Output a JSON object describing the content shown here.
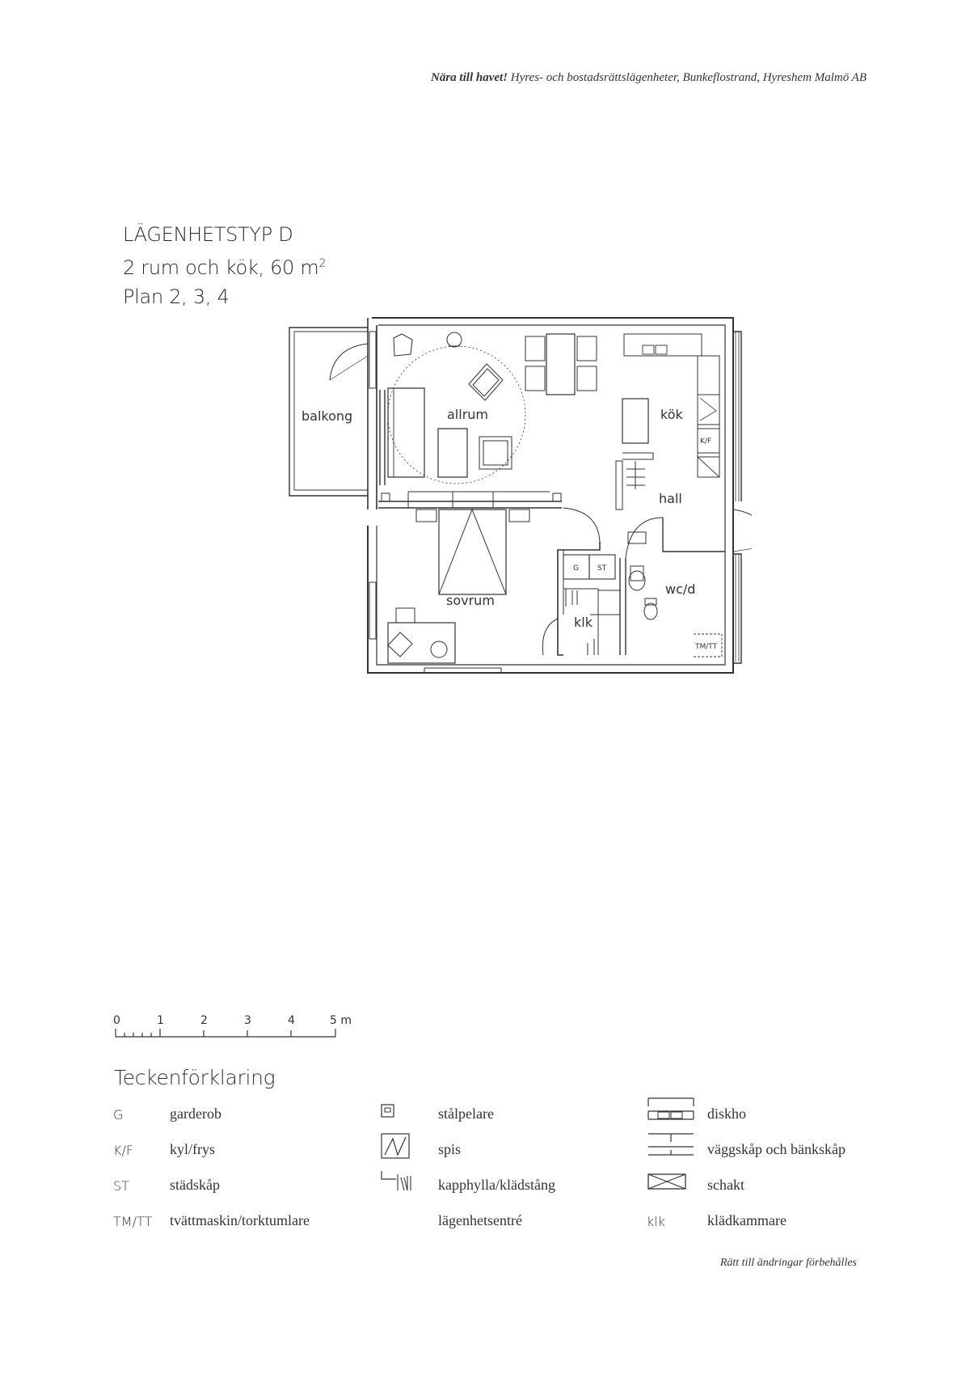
{
  "header": {
    "bold_part": "Nära till havet!",
    "rest": "Hyres- och bostadsrättslägenheter, Bunkeflostrand, Hyreshem Malmö AB"
  },
  "title": {
    "line1": "LÄGENHETSTYP D",
    "line2_text": "2 rum och kök, 60 m",
    "line2_sup": "2",
    "line3": "Plan 2, 3, 4"
  },
  "plan": {
    "rooms": {
      "balkong": "balkong",
      "allrum": "allrum",
      "kok": "kök",
      "hall": "hall",
      "sovrum": "sovrum",
      "wcd": "wc/d",
      "klk": "klk"
    },
    "tags": {
      "kf": "K/F",
      "g": "G",
      "st": "ST",
      "tmtt": "TM/TT"
    }
  },
  "scale": {
    "ticks": [
      "0",
      "1",
      "2",
      "3",
      "4",
      "5 m"
    ]
  },
  "legend": {
    "title": "Teckenförklaring",
    "column1": [
      {
        "code": "G",
        "text": "garderob"
      },
      {
        "code": "K/F",
        "text": "kyl/frys"
      },
      {
        "code": "ST",
        "text": "städskåp"
      },
      {
        "code": "TM/TT",
        "text": "tvättmaskin/torktumlare"
      }
    ],
    "column2": [
      {
        "symbol": "stalpelare-symbol",
        "text": "stålpelare"
      },
      {
        "symbol": "spis-symbol",
        "text": "spis"
      },
      {
        "symbol": "kapphylla-symbol",
        "text": "kapphylla/klädstång"
      },
      {
        "symbol": "entry-symbol",
        "text": "lägenhetsentré"
      }
    ],
    "column3": [
      {
        "symbol": "diskho-symbol",
        "text": "diskho"
      },
      {
        "symbol": "vaggskap-symbol",
        "text": "väggskåp och bänkskåp"
      },
      {
        "symbol": "schakt-symbol",
        "text": "schakt"
      },
      {
        "code": "klk",
        "text": "klädkammare"
      }
    ]
  },
  "footer": "Rätt till ändringar förbehålles"
}
